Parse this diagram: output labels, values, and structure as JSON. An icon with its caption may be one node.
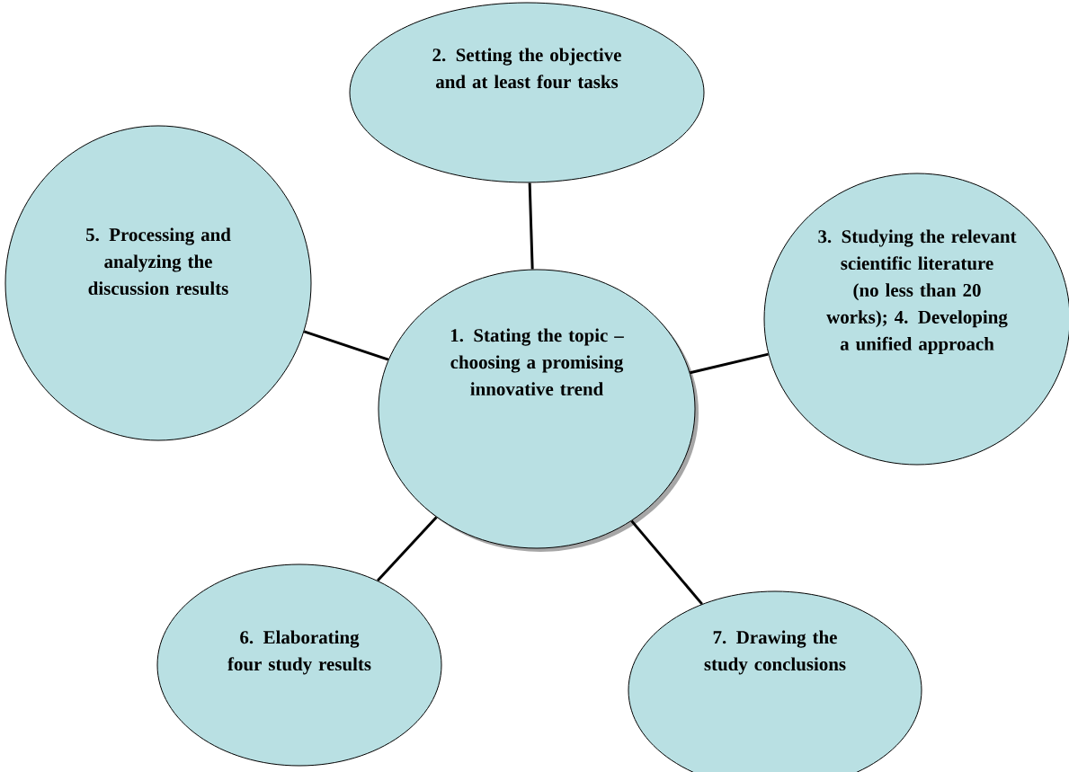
{
  "diagram": {
    "nodes": [
      {
        "text": [
          "1. Stating the topic – choosing a promising innovative trend"
        ]
      },
      {
        "text": [
          "2. Setting the objective and at least four tasks"
        ]
      },
      {
        "text": [
          "3. Studying the relevant scientific literature (no less than 20 works); 4. Developing a unified approach"
        ]
      },
      {
        "text": [
          "5. Processing and analyzing the discussion results"
        ]
      },
      {
        "text": [
          "6. Elaborating four study results"
        ]
      },
      {
        "text": [
          "7. Drawing the study conclusions"
        ]
      }
    ],
    "edges": [
      {
        "from": 0,
        "to": 1,
        "arrow": "none"
      },
      {
        "from": 0,
        "to": 2,
        "arrow": "none"
      },
      {
        "from": 0,
        "to": 3,
        "arrow": "none"
      },
      {
        "from": 0,
        "to": 4,
        "arrow": "none"
      },
      {
        "from": 0,
        "to": 5,
        "arrow": "none"
      }
    ]
  }
}
